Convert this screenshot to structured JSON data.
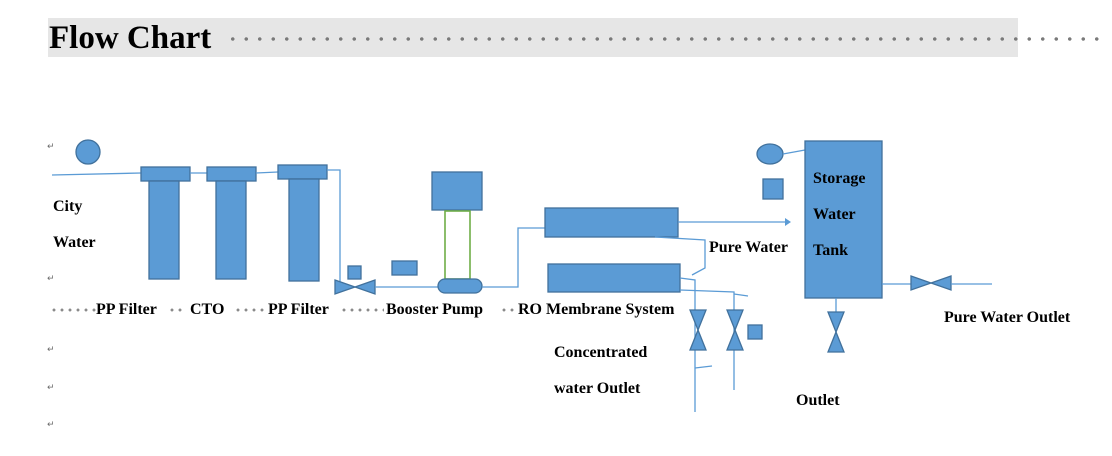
{
  "title": "Flow Chart",
  "labels": {
    "city": "City",
    "water": "Water",
    "pp_filter_1": "PP Filter",
    "cto": "CTO",
    "pp_filter_2": "PP Filter",
    "booster_pump": "Booster Pump",
    "ro_membrane": "RO Membrane System",
    "pure_water": "Pure Water",
    "storage": "Storage",
    "storage_water": "Water",
    "tank": "Tank",
    "concentrated": "Concentrated",
    "water_outlet": "water Outlet",
    "outlet": "Outlet",
    "pure_water_outlet": "Pure Water Outlet"
  },
  "colors": {
    "block_fill": "#5b9bd5",
    "block_stroke": "#41719c",
    "pump_stroke": "#70ad47",
    "title_band": "#e6e6e6"
  }
}
